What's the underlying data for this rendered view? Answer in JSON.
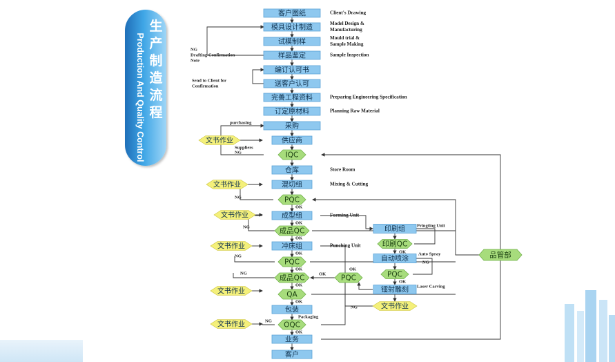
{
  "banner": {
    "title_cn": "生产制造流程",
    "title_en": "Production And Quality Control"
  },
  "main_steps": [
    {
      "cn": "客户图纸",
      "en": [
        "Client's Drawing"
      ]
    },
    {
      "cn": "模具设计制造",
      "en": [
        "Model Design &",
        "Manufacturing"
      ]
    },
    {
      "cn": "试模制样",
      "en": [
        "Mould trial &",
        "Sample Making"
      ]
    },
    {
      "cn": "样品鉴定",
      "en": [
        "Sample Inspection"
      ]
    },
    {
      "cn": "编订认可书",
      "en": []
    },
    {
      "cn": "送客户认可",
      "en": []
    },
    {
      "cn": "完善工程资料",
      "en": [
        "Preparing Engineering Specification"
      ]
    },
    {
      "cn": "订定原材料",
      "en": [
        "Planning Raw Material"
      ]
    },
    {
      "cn": "采购",
      "en": []
    },
    {
      "cn": "供应商",
      "en": []
    },
    {
      "cn": "IQC",
      "en": []
    },
    {
      "cn": "仓库",
      "en": [
        "Store Room"
      ]
    },
    {
      "cn": "混切组",
      "en": [
        "Mixing & Cutting"
      ]
    },
    {
      "cn": "PQC",
      "en": []
    },
    {
      "cn": "成型组",
      "en": [
        "Forming Unit"
      ]
    },
    {
      "cn": "成品QC",
      "en": []
    },
    {
      "cn": "冲床组",
      "en": [
        "Punching Unit"
      ]
    },
    {
      "cn": "PQC",
      "en": []
    },
    {
      "cn": "成品QC",
      "en": []
    },
    {
      "cn": "QA",
      "en": []
    },
    {
      "cn": "包装",
      "en": []
    },
    {
      "cn": "OQC",
      "en": []
    },
    {
      "cn": "业务",
      "en": []
    },
    {
      "cn": "客户",
      "en": []
    }
  ],
  "right_steps": [
    {
      "cn": "印刷组",
      "en": "Pringting Unit"
    },
    {
      "cn": "印刷QC",
      "en": ""
    },
    {
      "cn": "自动喷涂",
      "en": "Auto Spray"
    },
    {
      "cn": "PQC",
      "en": ""
    },
    {
      "cn": "镭射雕刻",
      "en": "Laser Carving"
    },
    {
      "cn": "文书作业",
      "en": ""
    }
  ],
  "side": {
    "doc_work": "文书作业",
    "pqc_mid": "PQC",
    "qc_dept": "品管部"
  },
  "labels": {
    "ng": "NG",
    "ok": "OK",
    "drafting_note": [
      "NG",
      "Drafting Confirmation",
      "Note"
    ],
    "send_client": [
      "Send to Client for",
      "Confirmation"
    ],
    "purchasing": "purchasing",
    "suppliers": [
      "Suppliers",
      "NG"
    ],
    "packaging": "Packaging"
  }
}
